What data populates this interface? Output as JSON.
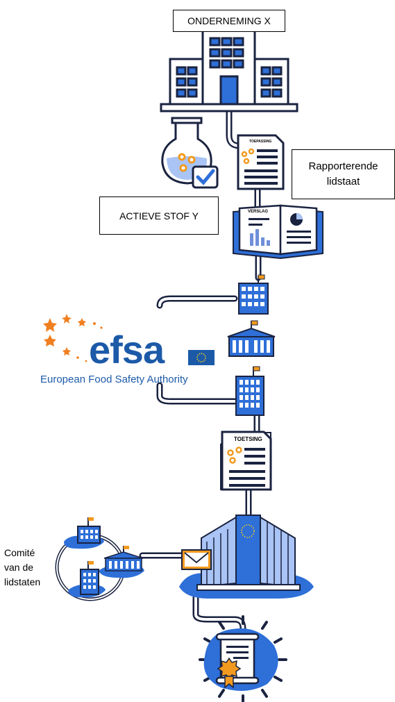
{
  "labels": {
    "company": "ONDERNEMING  X",
    "active_substance": "ACTIEVE STOF Y",
    "rapporteur_line1": "Rapporterende",
    "rapporteur_line2": "lidstaat",
    "committee_line1": "Comité",
    "committee_line2": "van de",
    "committee_line3": "lidstaten"
  },
  "efsa_logo": {
    "wordmark": "efsa",
    "full_name": "European Food Safety Authority"
  },
  "documents": {
    "application": "TOEPASSING",
    "report": "VERSLAG",
    "review": "TOETSING"
  },
  "colors": {
    "blue": "#2e6fd8",
    "light_blue": "#a9c4f5",
    "dark_outline": "#1a2340",
    "orange": "#f29a1f",
    "efsa_blue": "#1c5aa8",
    "efsa_orange": "#f07f21"
  },
  "icons": [
    "building-icon",
    "flask-icon",
    "checkbox-icon",
    "document-icon",
    "book-icon",
    "efsa-logo",
    "eu-flag-icon",
    "office-tower-icon",
    "envelope-icon",
    "commission-building-icon",
    "certificate-icon"
  ]
}
